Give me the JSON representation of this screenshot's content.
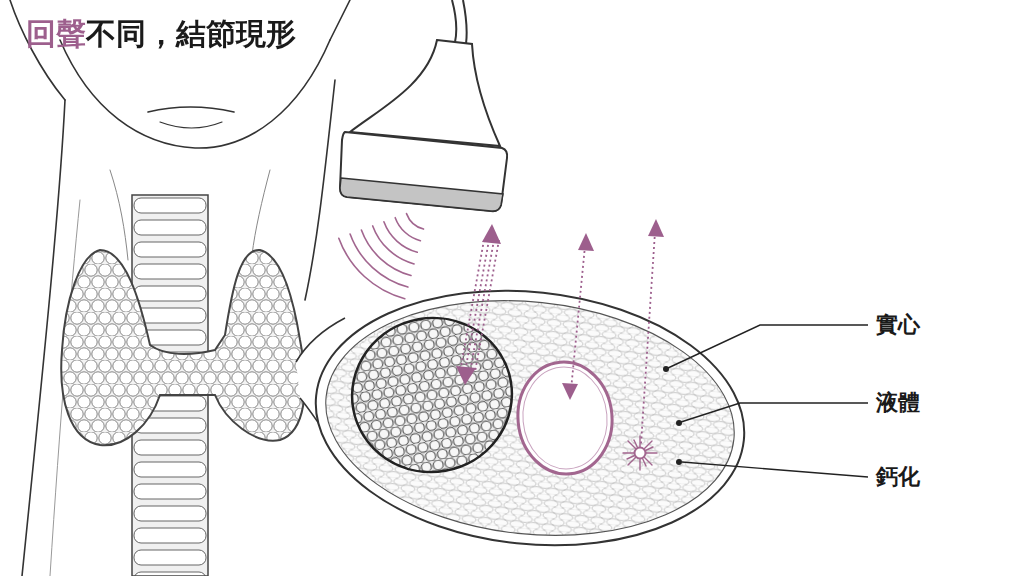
{
  "diagram": {
    "title": "回聲不同，結節現形",
    "labels": [
      "實心",
      "液體",
      "鈣化"
    ]
  }
}
